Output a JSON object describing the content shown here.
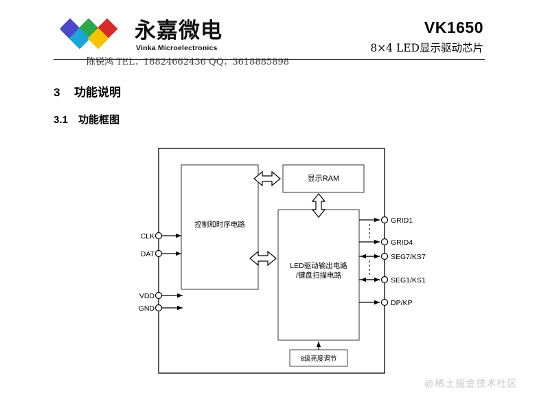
{
  "header": {
    "brand_cn": "永嘉微电",
    "brand_en": "Vinka Microelectronics",
    "logo_colors": [
      "#4a4ac8",
      "#2aa84a",
      "#d52b2b",
      "#1aa7d8",
      "#f5c400"
    ],
    "part_number": "VK1650",
    "subtitle": "8×4  LED显示驱动芯片",
    "contact": "陈锐鸿 TEL：18824662436 QQ：3618885898"
  },
  "sections": {
    "h1_number": "3",
    "h1_title": "功能说明",
    "h2_number": "3.1",
    "h2_title": "功能框图"
  },
  "diagram": {
    "blocks": {
      "control": "控制和时序电路",
      "ram": "显示RAM",
      "led_driver_line1": "LED驱动输出电路",
      "led_driver_line2": "/键盘扫描电路",
      "brightness": "8级亮度调节"
    },
    "left_pins": [
      "CLK",
      "DAT",
      "VDD",
      "GND"
    ],
    "right_pins": [
      "GRID1",
      "GRID4",
      "SEG7/KS7",
      "SEG1/KS1",
      "DP/KP"
    ]
  },
  "watermark": "@稀土掘金技术社区"
}
